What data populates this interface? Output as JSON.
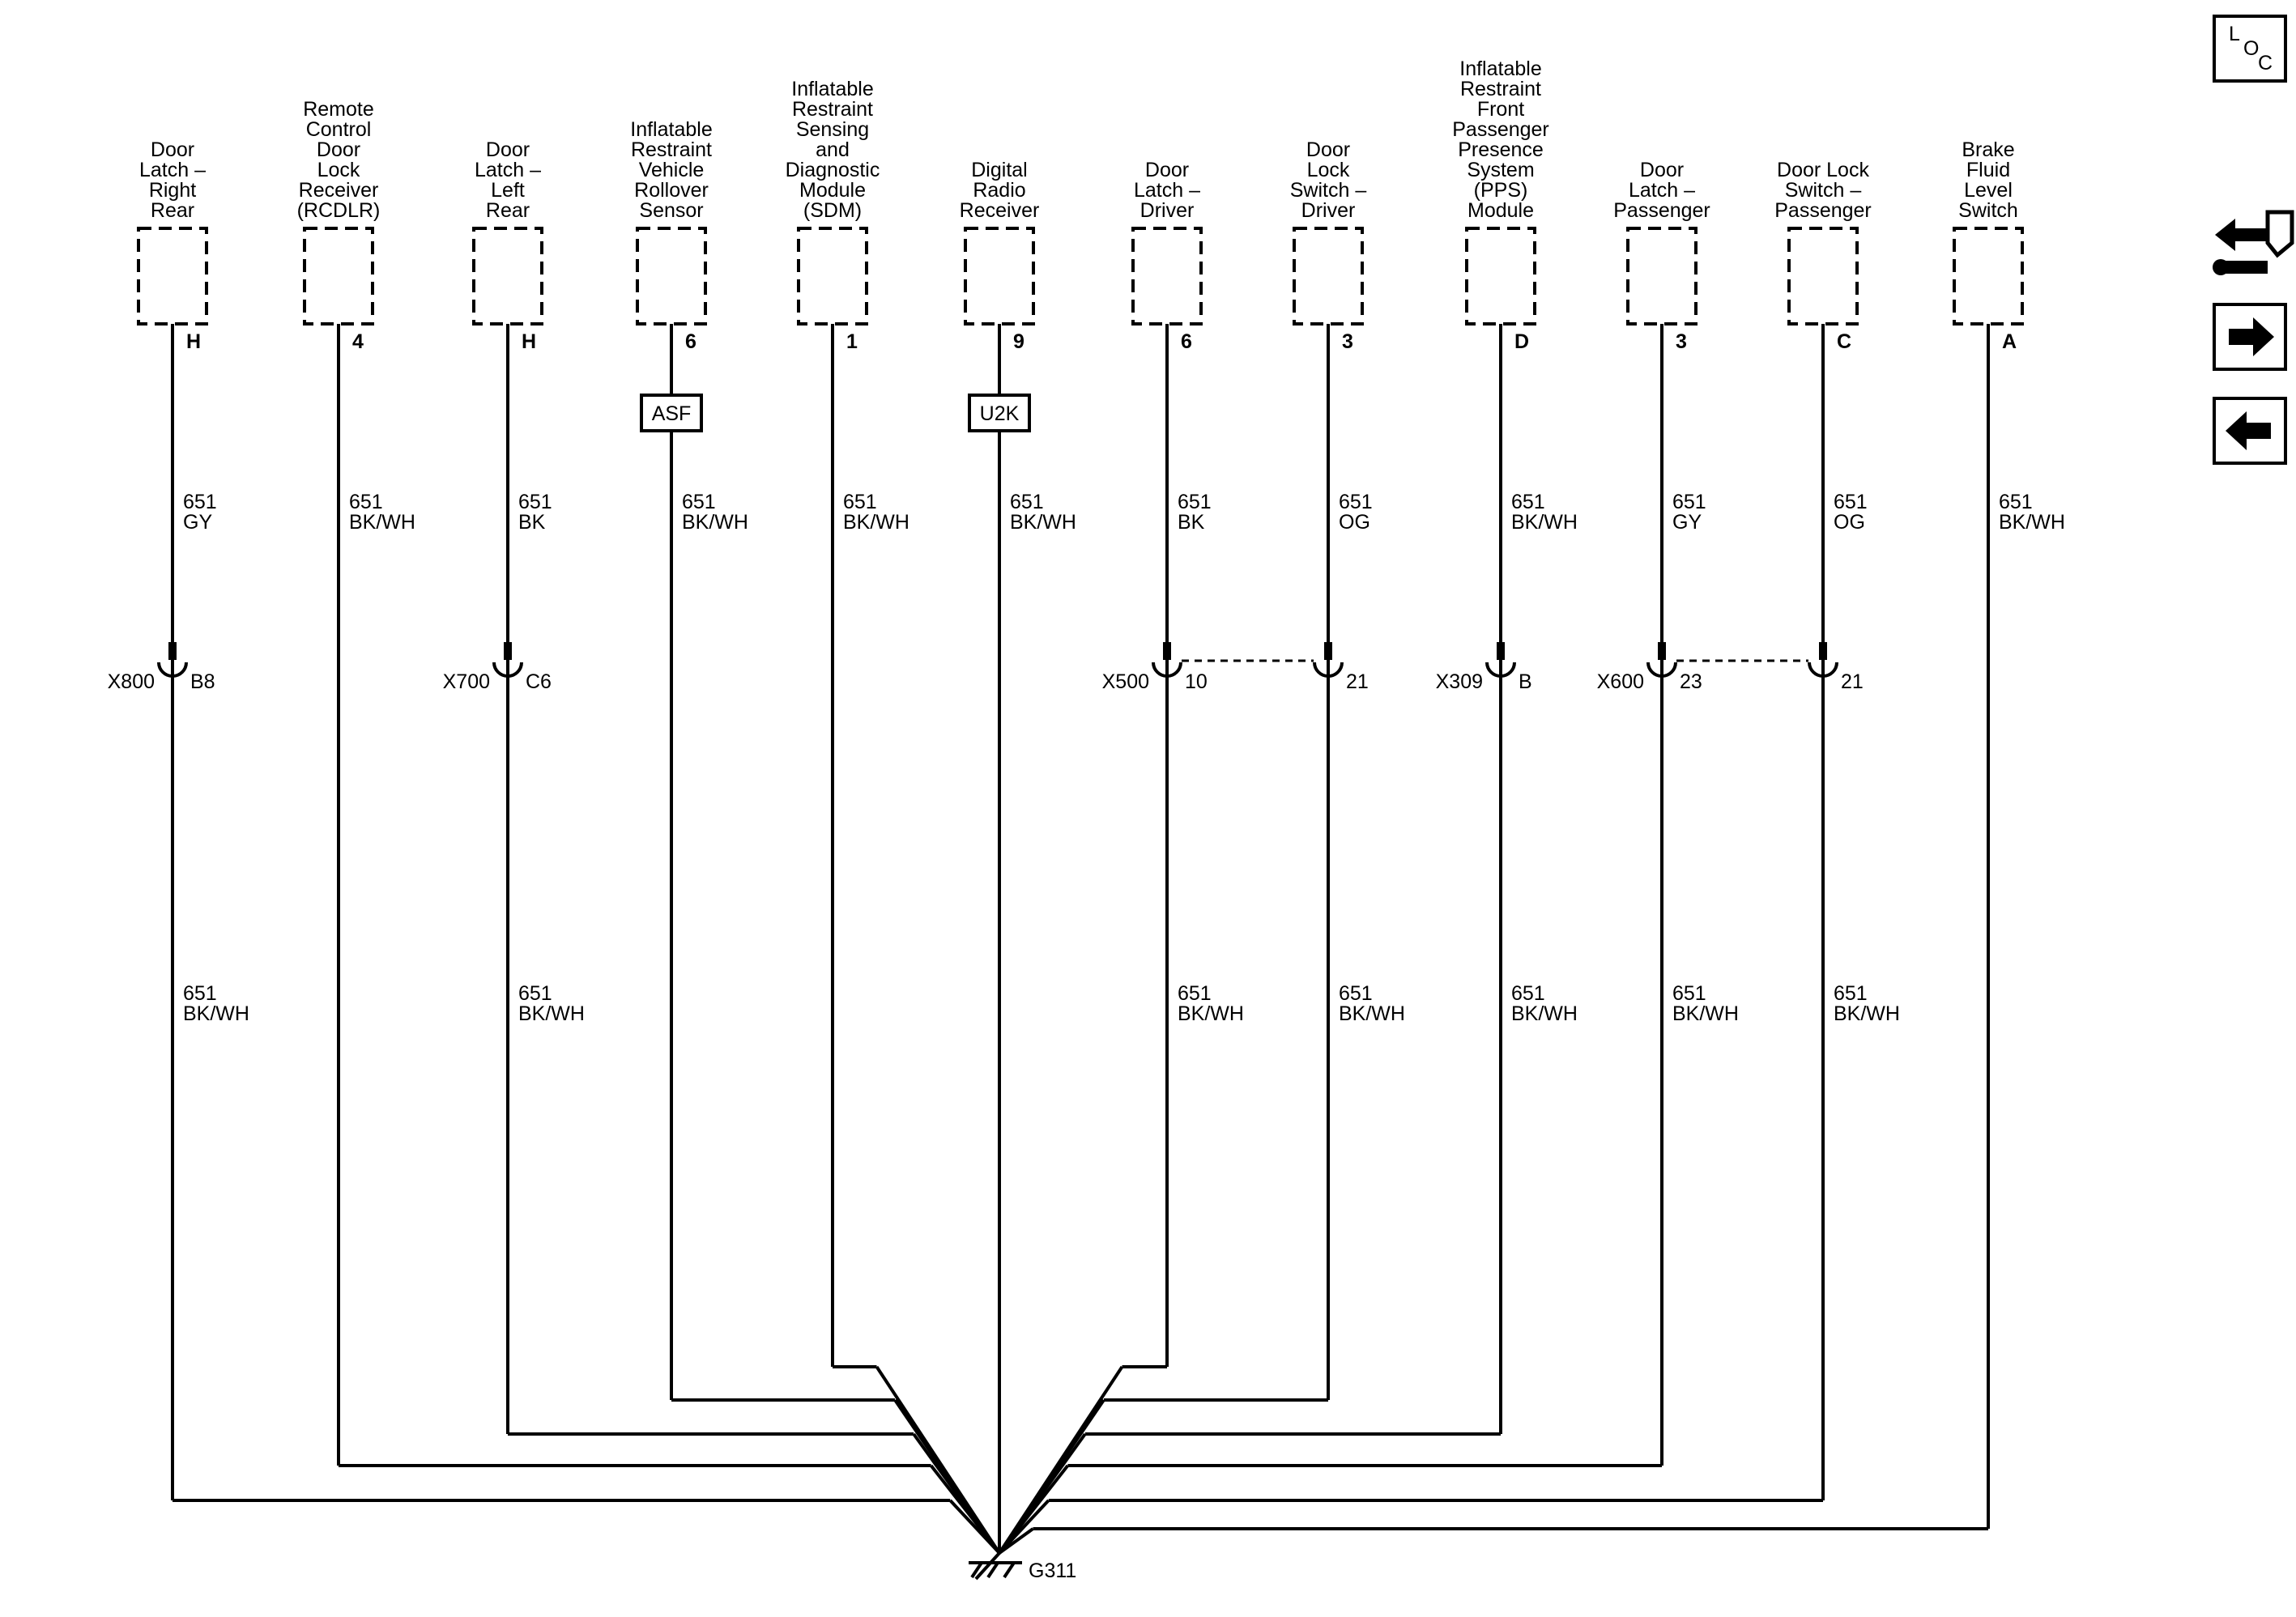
{
  "components": [
    {
      "name_lines": [
        "Door",
        "Latch –",
        "Right",
        "Rear"
      ],
      "pin": "H",
      "circuit": "651",
      "color": "GY",
      "conn": "X800",
      "conn_pin": "B8",
      "circuit2": "651",
      "color2": "BK/WH"
    },
    {
      "name_lines": [
        "Remote",
        "Control",
        "Door",
        "Lock",
        "Receiver",
        "(RCDLR)"
      ],
      "pin": "4",
      "circuit": "651",
      "color": "BK/WH"
    },
    {
      "name_lines": [
        "Door",
        "Latch –",
        "Left",
        "Rear"
      ],
      "pin": "H",
      "circuit": "651",
      "color": "BK",
      "conn": "X700",
      "conn_pin": "C6",
      "circuit2": "651",
      "color2": "BK/WH"
    },
    {
      "name_lines": [
        "Inflatable",
        "Restraint",
        "Vehicle",
        "Rollover",
        "Sensor"
      ],
      "pin": "6",
      "dtc": "ASF",
      "circuit": "651",
      "color": "BK/WH"
    },
    {
      "name_lines": [
        "Inflatable",
        "Restraint",
        "Sensing",
        "and",
        "Diagnostic",
        "Module",
        "(SDM)"
      ],
      "pin": "1",
      "circuit": "651",
      "color": "BK/WH"
    },
    {
      "name_lines": [
        "Digital",
        "Radio",
        "Receiver"
      ],
      "pin": "9",
      "dtc": "U2K",
      "circuit": "651",
      "color": "BK/WH"
    },
    {
      "name_lines": [
        "Door",
        "Latch –",
        "Driver"
      ],
      "pin": "6",
      "circuit": "651",
      "color": "BK",
      "conn": "X500",
      "conn_pin": "10",
      "circuit2": "651",
      "color2": "BK/WH"
    },
    {
      "name_lines": [
        "Door",
        "Lock",
        "Switch –",
        "Driver"
      ],
      "pin": "3",
      "circuit": "651",
      "color": "OG",
      "conn_pin": "21",
      "circuit2": "651",
      "color2": "BK/WH"
    },
    {
      "name_lines": [
        "Inflatable",
        "Restraint",
        "Front",
        "Passenger",
        "Presence",
        "System",
        "(PPS)",
        "Module"
      ],
      "pin": "D",
      "circuit": "651",
      "color": "BK/WH",
      "conn": "X309",
      "conn_pin": "B",
      "circuit2": "651",
      "color2": "BK/WH"
    },
    {
      "name_lines": [
        "Door",
        "Latch –",
        "Passenger"
      ],
      "pin": "3",
      "circuit": "651",
      "color": "GY",
      "conn": "X600",
      "conn_pin": "23",
      "circuit2": "651",
      "color2": "BK/WH"
    },
    {
      "name_lines": [
        "Door Lock",
        "Switch –",
        "Passenger"
      ],
      "pin": "C",
      "circuit": "651",
      "color": "OG",
      "conn_pin": "21",
      "circuit2": "651",
      "color2": "BK/WH"
    },
    {
      "name_lines": [
        "Brake",
        "Fluid",
        "Level",
        "Switch"
      ],
      "pin": "A",
      "circuit": "651",
      "color": "BK/WH"
    }
  ],
  "ground": {
    "label": "G311"
  },
  "nav": {
    "loc_letters": [
      "L",
      "O",
      "C"
    ],
    "icons": [
      "connector-tool-icon",
      "arrow-right-icon",
      "arrow-left-icon"
    ]
  }
}
